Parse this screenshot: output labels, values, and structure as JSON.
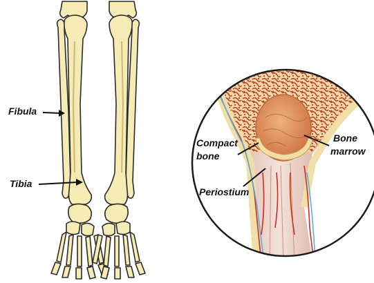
{
  "labels": {
    "fibula": "Fibula",
    "tibia": "Tibia",
    "compact_line1": "Compact",
    "compact_line2": "bone",
    "bone_line1": "Bone",
    "bone_line2": "marrow",
    "periostium": "Periostium"
  },
  "colors": {
    "bone_fill": "#f6ebb4",
    "bone_outline": "#2a2a2a",
    "bone_shade": "#e2d08a",
    "marrow_orange": "#d9884f",
    "spongy_red": "#b33a1e",
    "vessel_red": "#d42a1e",
    "vessel_blue": "#5aaee0",
    "magnifier_ring": "#1a1a1a",
    "shaft_pink": "#e9cfc4"
  }
}
